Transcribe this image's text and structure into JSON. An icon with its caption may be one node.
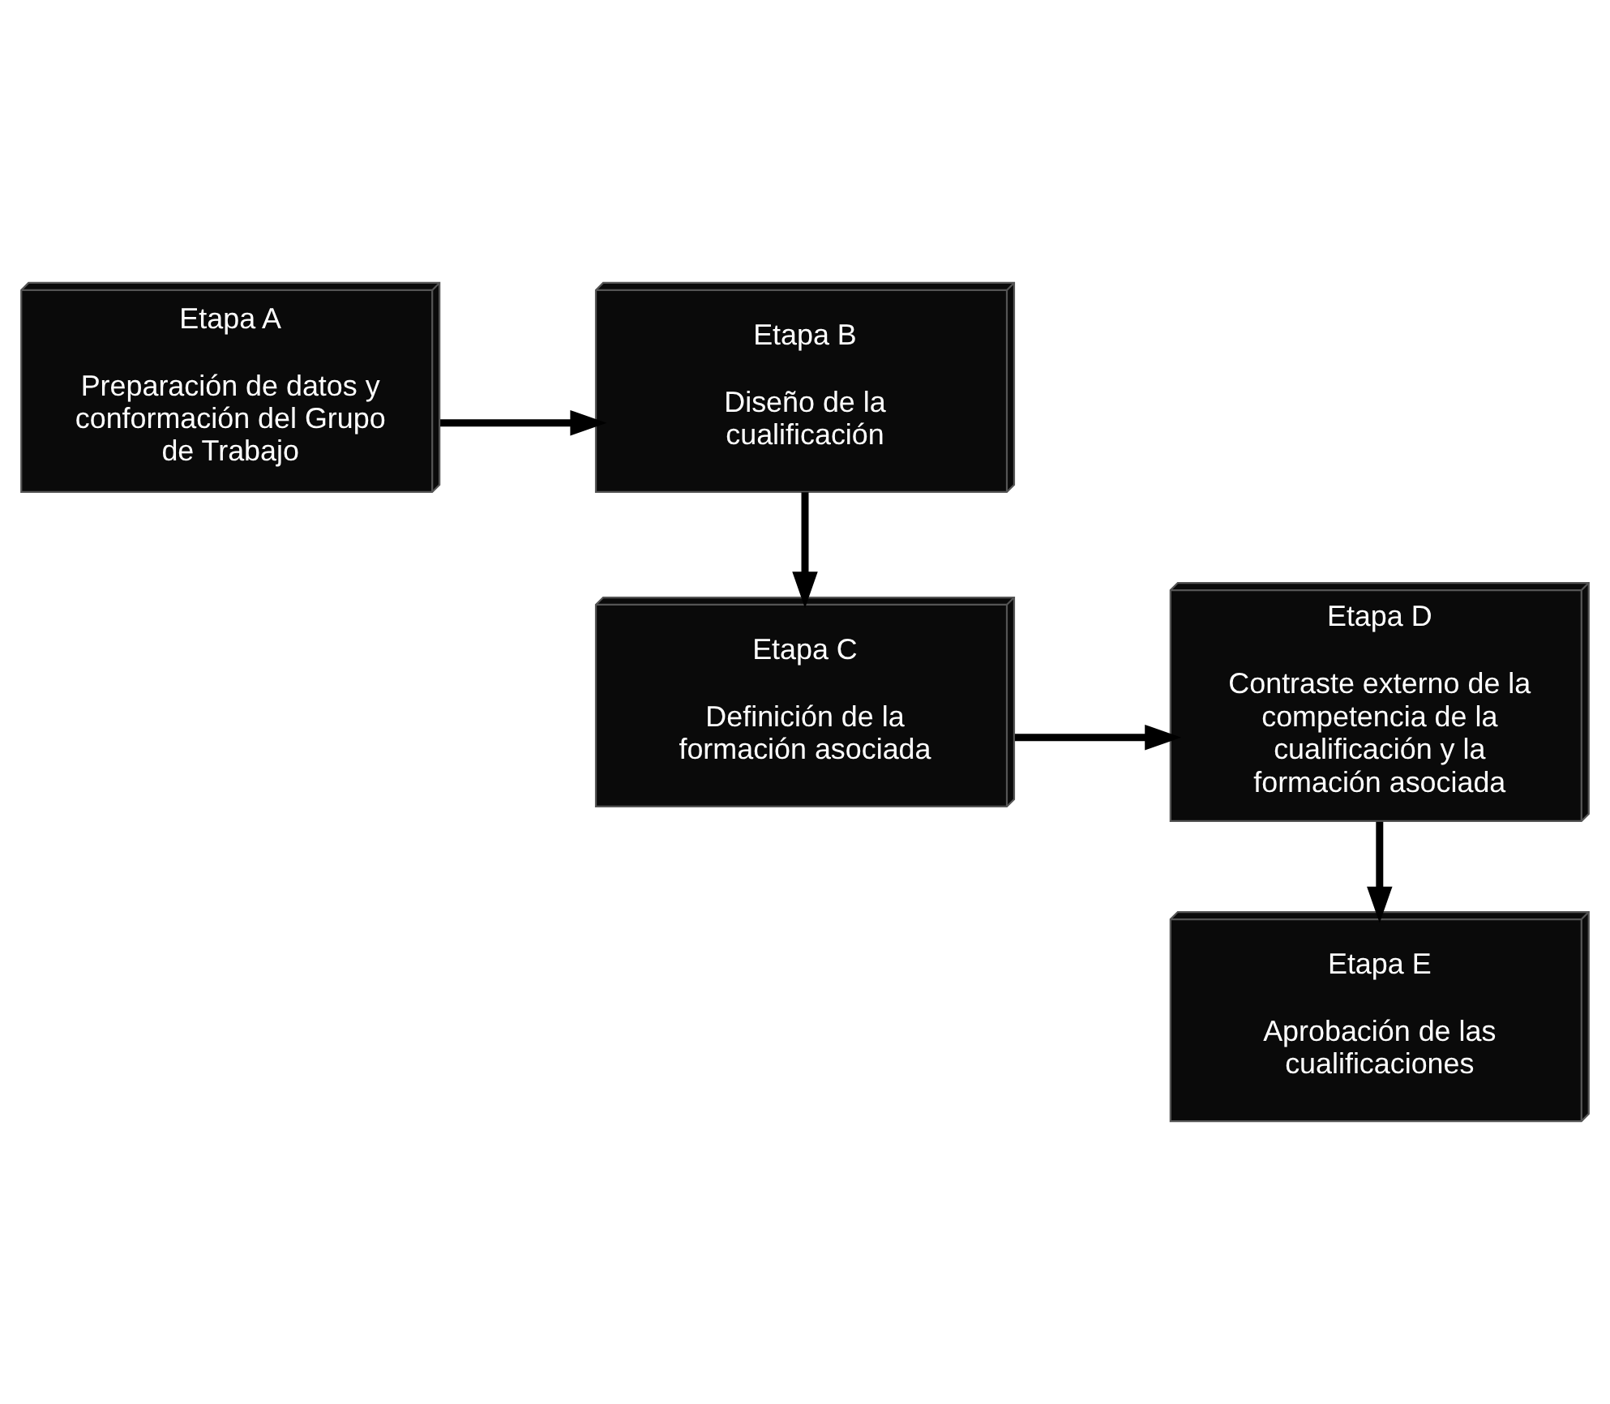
{
  "diagram": {
    "nodes": [
      {
        "text": [
          "Etapa A",
          "Preparación de datos y conformación del Grupo de Trabajo"
        ]
      },
      {
        "text": [
          "Etapa B",
          "Diseño de la cualificación"
        ]
      },
      {
        "text": [
          "Etapa C",
          "Definición de la formación asociada"
        ]
      },
      {
        "text": [
          "Etapa D",
          "Contraste externo de la competencia de la cualificación y la formación asociada"
        ]
      },
      {
        "text": [
          "Etapa E",
          "Aprobación de las cualificaciones"
        ]
      }
    ],
    "edges": [
      {
        "from": 0,
        "to": 1,
        "arrow": "to"
      },
      {
        "from": 1,
        "to": 2,
        "arrow": "to"
      },
      {
        "from": 2,
        "to": 3,
        "arrow": "to"
      },
      {
        "from": 3,
        "to": 4,
        "arrow": "to"
      }
    ]
  }
}
